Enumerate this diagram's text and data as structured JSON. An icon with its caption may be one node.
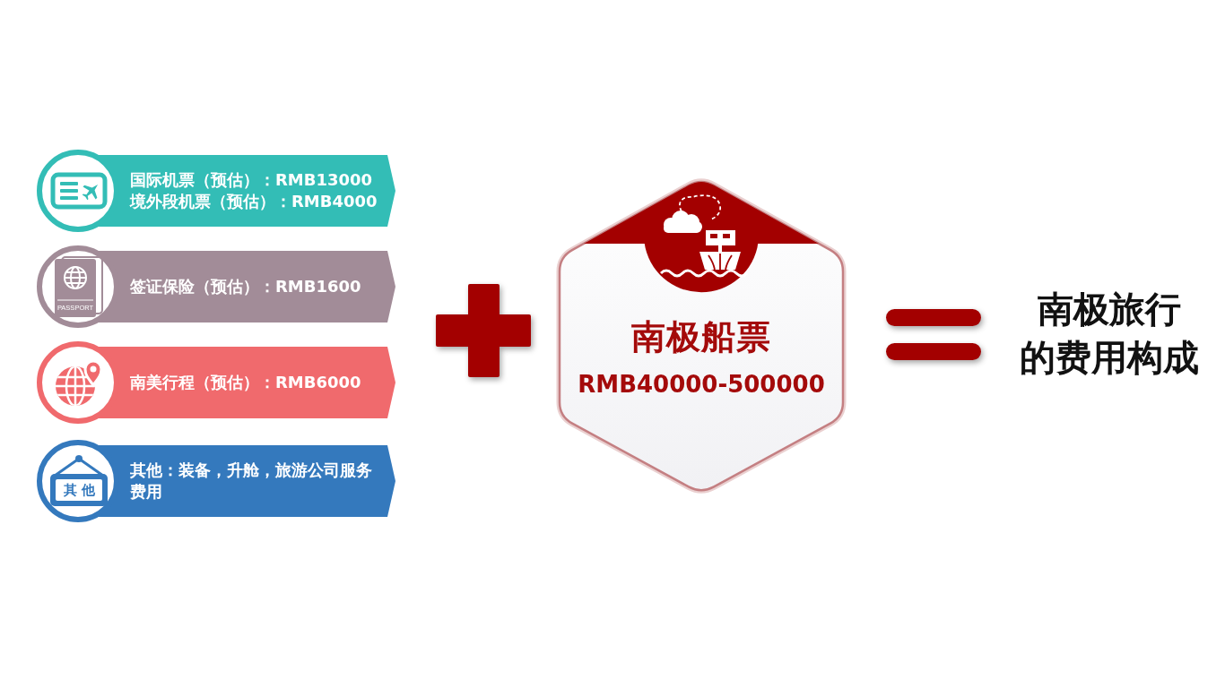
{
  "diagram": {
    "nodes": [
      {
        "text": [
          "国际机票（预估）：RMB13000",
          "境外段机票（预估）：RMB4000"
        ]
      },
      {
        "text": [
          "签证保险（预估）：RMB1600"
        ]
      },
      {
        "text": [
          "南美行程（预估）：RMB6000"
        ]
      },
      {
        "text": [
          "其他：装备，升舱，旅游公司服务费用"
        ]
      },
      {
        "text": [
          "南极船票",
          "RMB40000-500000"
        ]
      }
    ],
    "labels": [
      "PASSPORT",
      "其他",
      "南极旅行的费用构成"
    ]
  }
}
